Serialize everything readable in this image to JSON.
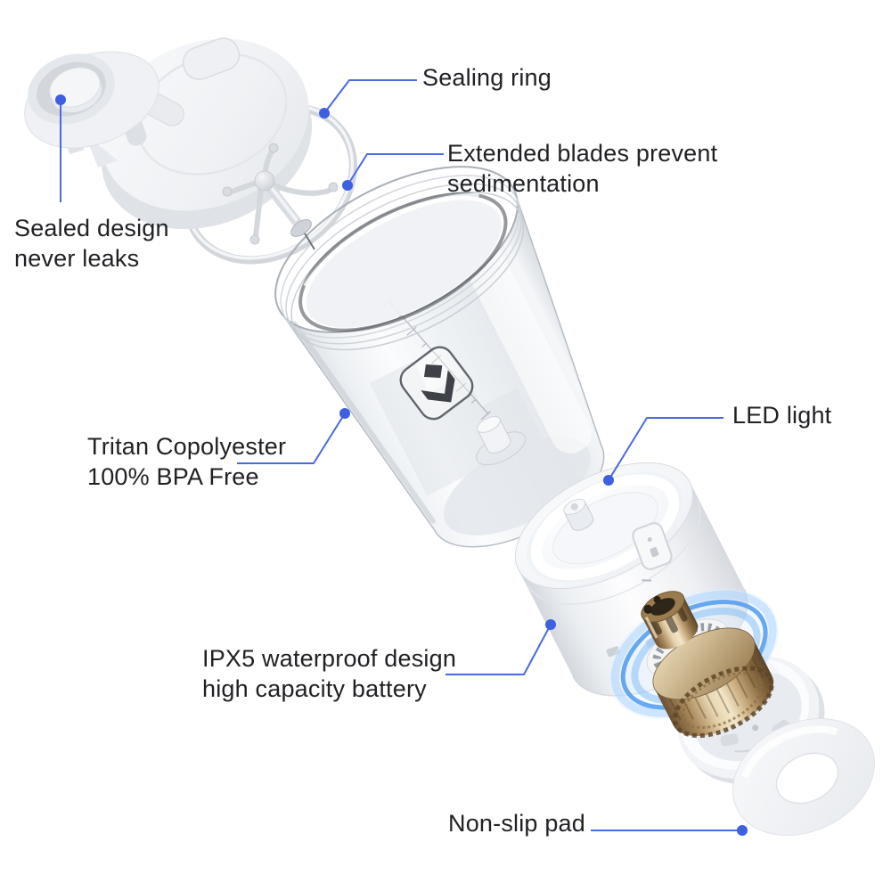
{
  "diagram": {
    "background_color": "#ffffff",
    "accent_color": "#4a6ae0",
    "dot_color": "#3d5fe2",
    "text_color": "#202124",
    "callouts": {
      "sealing_ring": {
        "label": "Sealing ring",
        "target": "sealing-ring"
      },
      "extended_blades": {
        "label": "Extended blades prevent\nsedimentation",
        "target": "mixing-blades"
      },
      "sealed_design": {
        "label": "Sealed design\nnever leaks",
        "target": "flip-top-lid"
      },
      "tritan": {
        "label": "Tritan Copolyester\n100% BPA Free",
        "target": "tritan-cup"
      },
      "led_light": {
        "label": "LED light",
        "target": "motor-base"
      },
      "ipx5": {
        "label": "IPX5 waterproof design\nhigh capacity battery",
        "target": "motor-base"
      },
      "non_slip_pad": {
        "label": "Non-slip pad",
        "target": "non-slip-pad"
      }
    },
    "parts": [
      "flip-top-lid",
      "sealing-ring",
      "mixing-blades",
      "tritan-cup",
      "brand-logo-badge",
      "motor-base",
      "usb-port-cover",
      "motor",
      "base-cover",
      "non-slip-pad"
    ]
  }
}
